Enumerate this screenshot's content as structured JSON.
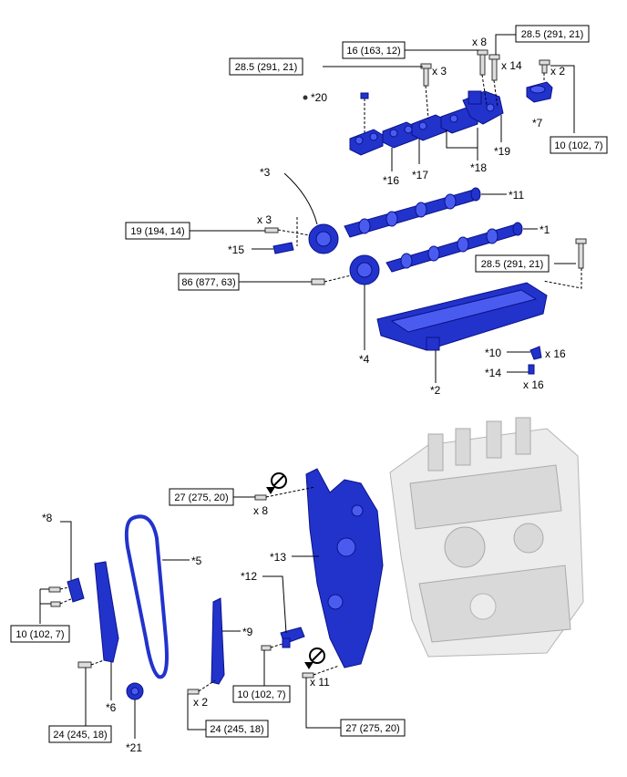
{
  "torque_specs": {
    "t_16": "16 (163, 12)",
    "t_285_head_top_left": "28.5 (291, 21)",
    "t_285_head_top_right": "28.5 (291, 21)",
    "t_10_top": "10 (102, 7)",
    "t_19": "19 (194, 14)",
    "t_86": "86 (877, 63)",
    "t_285_head_right": "28.5 (291, 21)",
    "t_27_top": "27 (275, 20)",
    "t_10_left": "10 (102, 7)",
    "t_24_left": "24 (245, 18)",
    "t_24_mid": "24 (245, 18)",
    "t_10_mid": "10 (102, 7)",
    "t_27_bottom": "27 (275, 20)"
  },
  "quantities": {
    "q_x8_top": "x 8",
    "q_x14": "x 14",
    "q_x3_top": "x 3",
    "q_x2_top": "x 2",
    "q_x3_mid": "x 3",
    "q_x16_a": "x 16",
    "q_x16_b": "x 16",
    "q_x8_cover": "x 8",
    "q_x2_bottom": "x 2",
    "q_x11": "x 11"
  },
  "part_labels": {
    "p1": "*1",
    "p2": "*2",
    "p3": "*3",
    "p4": "*4",
    "p5": "*5",
    "p6": "*6",
    "p7": "*7",
    "p8": "*8",
    "p9": "*9",
    "p10": "*10",
    "p11": "*11",
    "p12": "*12",
    "p13": "*13",
    "p14": "*14",
    "p15": "*15",
    "p16": "*16",
    "p17": "*17",
    "p18": "*18",
    "p19": "*19",
    "p20": "*20",
    "p21": "*21"
  },
  "colors": {
    "part_blue": "#2233cc",
    "engine_gray": "#e6e6e6"
  },
  "icons": [
    "engine-block-illustration",
    "apply-sealant-icon"
  ]
}
